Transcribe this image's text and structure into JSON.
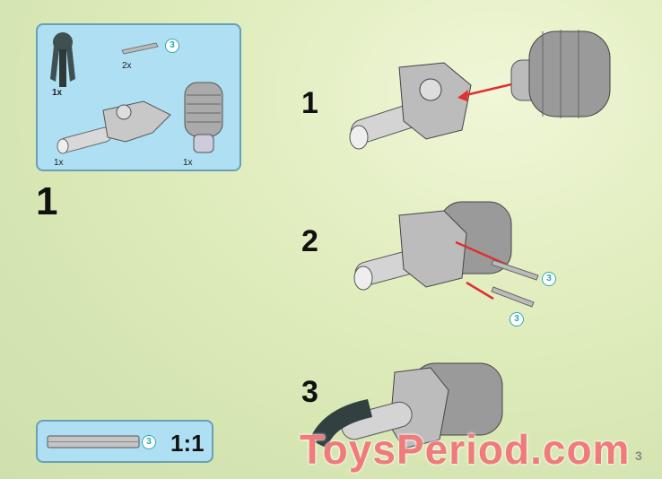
{
  "parts_panel": {
    "items": [
      {
        "name": "claw-arm",
        "qty": "1x"
      },
      {
        "name": "axle",
        "qty": "2x",
        "length": "3"
      },
      {
        "name": "launcher-body",
        "qty": "1x"
      },
      {
        "name": "ribbed-cylinder",
        "qty": "1x"
      }
    ]
  },
  "main_step": "1",
  "substeps": [
    "1",
    "2",
    "3"
  ],
  "axle_callout": {
    "length": "3"
  },
  "scale_panel": {
    "length": "3",
    "scale": "1:1"
  },
  "page_number": "3",
  "watermark": "ToysPeriod.com",
  "colors": {
    "panel": "#aedff2",
    "arrow": "#e03030",
    "watermark": "#f07b7b"
  }
}
